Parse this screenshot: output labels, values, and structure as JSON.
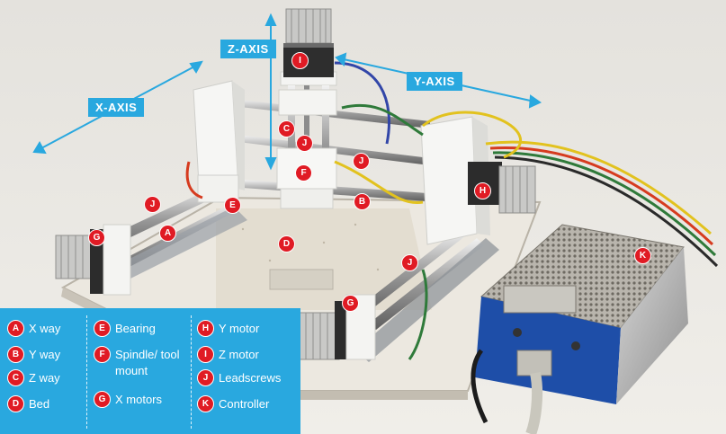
{
  "axes": {
    "x": "X-AXIS",
    "y": "Y-AXIS",
    "z": "Z-AXIS"
  },
  "markers": [
    "A",
    "B",
    "C",
    "D",
    "E",
    "F",
    "G",
    "G",
    "H",
    "I",
    "J",
    "J",
    "J",
    "J",
    "K"
  ],
  "legend": {
    "items": [
      {
        "key": "A",
        "label": "X way"
      },
      {
        "key": "B",
        "label": "Y way"
      },
      {
        "key": "C",
        "label": "Z way"
      },
      {
        "key": "D",
        "label": "Bed"
      },
      {
        "key": "E",
        "label": "Bearing"
      },
      {
        "key": "F",
        "label": "Spindle/ tool mount"
      },
      {
        "key": "G",
        "label": "X motors"
      },
      {
        "key": "H",
        "label": "Y motor"
      },
      {
        "key": "I",
        "label": "Z motor"
      },
      {
        "key": "J",
        "label": "Leadscrews"
      },
      {
        "key": "K",
        "label": "Controller"
      }
    ]
  },
  "colors": {
    "label_blue": "#29a8df",
    "marker_red": "#e01b24"
  }
}
